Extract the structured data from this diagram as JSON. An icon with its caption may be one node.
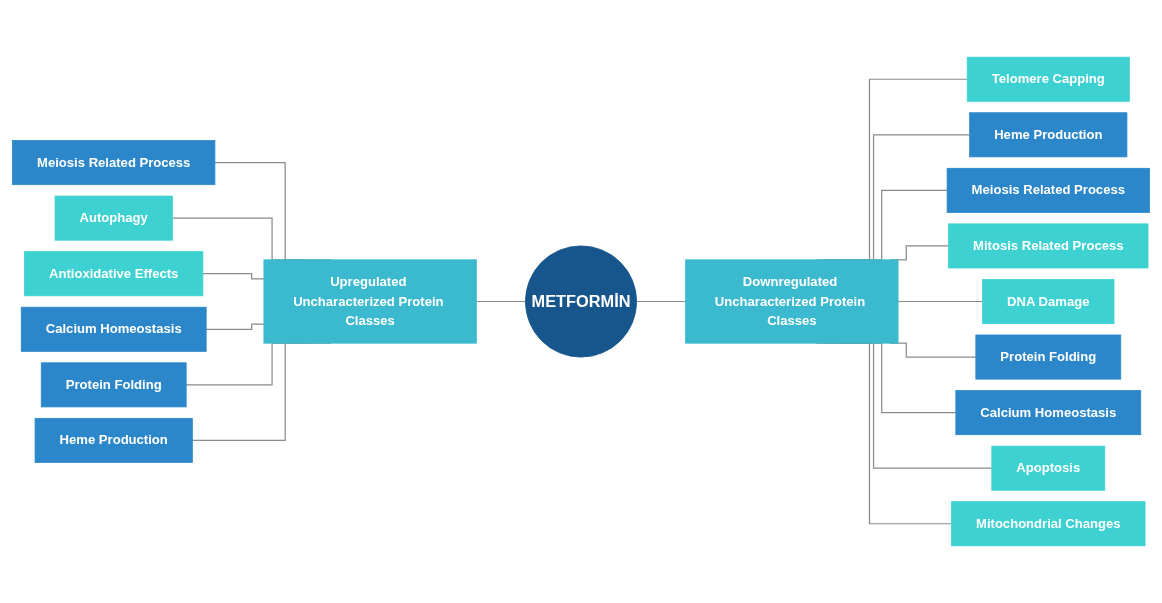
{
  "diagram": {
    "nodes": [
      {
        "text": [
          "Meiosis Related Process"
        ]
      },
      {
        "text": [
          "Autophagy"
        ]
      },
      {
        "text": [
          "Antioxidative Effects"
        ]
      },
      {
        "text": [
          "Calcium Homeostasis"
        ]
      },
      {
        "text": [
          "Protein Folding"
        ]
      },
      {
        "text": [
          "Heme Production"
        ]
      },
      {
        "text": [
          "Upregulated Uncharacterized Protein Classes"
        ]
      },
      {
        "text": [
          "METFORMİN"
        ]
      },
      {
        "text": [
          "Downregulated Uncharacterized Protein Classes"
        ]
      },
      {
        "text": [
          "Telomere Capping"
        ]
      },
      {
        "text": [
          "Heme Production"
        ]
      },
      {
        "text": [
          "Meiosis Related Process"
        ]
      },
      {
        "text": [
          "Mitosis Related Process"
        ]
      },
      {
        "text": [
          "DNA Damage"
        ]
      },
      {
        "text": [
          "Protein Folding"
        ]
      },
      {
        "text": [
          "Calcium Homeostasis"
        ]
      },
      {
        "text": [
          "Apoptosis"
        ]
      },
      {
        "text": [
          "Mitochondrial Changes"
        ]
      }
    ],
    "edges": [
      {
        "from": 0,
        "to": 6,
        "arrow": "none"
      },
      {
        "from": 1,
        "to": 6,
        "arrow": "none"
      },
      {
        "from": 2,
        "to": 6,
        "arrow": "none"
      },
      {
        "from": 3,
        "to": 6,
        "arrow": "none"
      },
      {
        "from": 4,
        "to": 6,
        "arrow": "none"
      },
      {
        "from": 5,
        "to": 6,
        "arrow": "none"
      },
      {
        "from": 6,
        "to": 7,
        "arrow": "none"
      },
      {
        "from": 7,
        "to": 8,
        "arrow": "none"
      },
      {
        "from": 8,
        "to": 9,
        "arrow": "none"
      },
      {
        "from": 8,
        "to": 10,
        "arrow": "none"
      },
      {
        "from": 8,
        "to": 11,
        "arrow": "none"
      },
      {
        "from": 8,
        "to": 12,
        "arrow": "none"
      },
      {
        "from": 8,
        "to": 13,
        "arrow": "none"
      },
      {
        "from": 8,
        "to": 14,
        "arrow": "none"
      },
      {
        "from": 8,
        "to": 15,
        "arrow": "none"
      },
      {
        "from": 8,
        "to": 16,
        "arrow": "none"
      },
      {
        "from": 8,
        "to": 17,
        "arrow": "none"
      }
    ]
  }
}
